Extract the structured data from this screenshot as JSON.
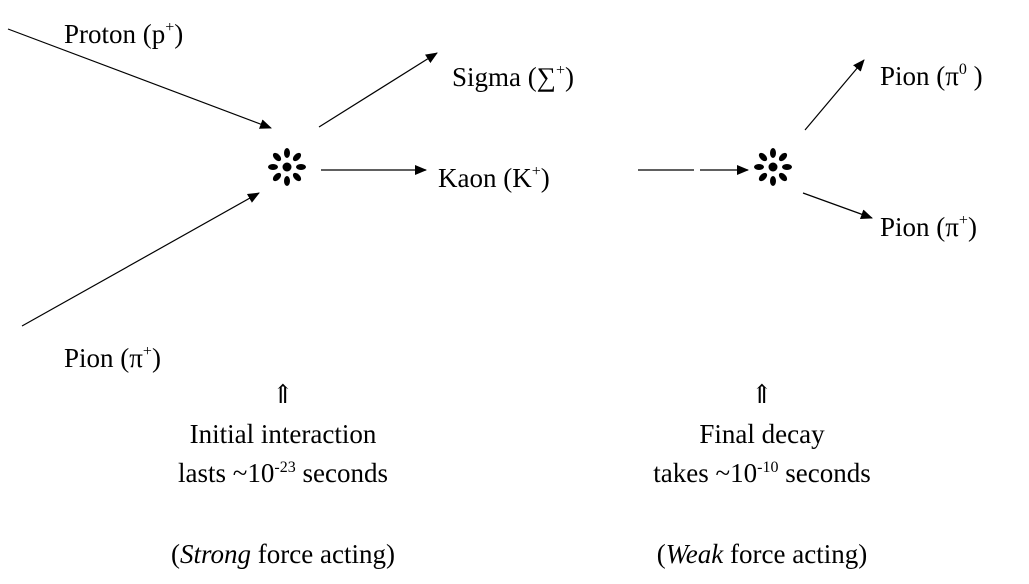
{
  "particles": {
    "proton": {
      "name": "Proton",
      "symbol": "p",
      "charge": "+"
    },
    "pion_in": {
      "name": "Pion",
      "symbol": "π",
      "charge": "+"
    },
    "sigma": {
      "name": "Sigma",
      "symbol": "∑",
      "charge": "+"
    },
    "kaon": {
      "name": "Kaon",
      "symbol": "K",
      "charge": "+"
    },
    "pion_zero": {
      "name": "Pion",
      "symbol": "π",
      "charge": "0"
    },
    "pion_out": {
      "name": "Pion",
      "symbol": "π",
      "charge": "+"
    }
  },
  "vertex_glyph": "❊",
  "up_arrow": "⇑",
  "left_caption": {
    "line1": "Initial interaction",
    "line2_prefix": "lasts ~10",
    "line2_exp": "-23",
    "line2_suffix": " seconds",
    "force_open": "(",
    "force_word": "Strong",
    "force_rest": " force acting)"
  },
  "right_caption": {
    "line1": "Final decay",
    "line2_prefix": "takes ~10",
    "line2_exp": "-10",
    "line2_suffix": " seconds",
    "force_open": "(",
    "force_word": "Weak",
    "force_rest": " force acting)"
  }
}
